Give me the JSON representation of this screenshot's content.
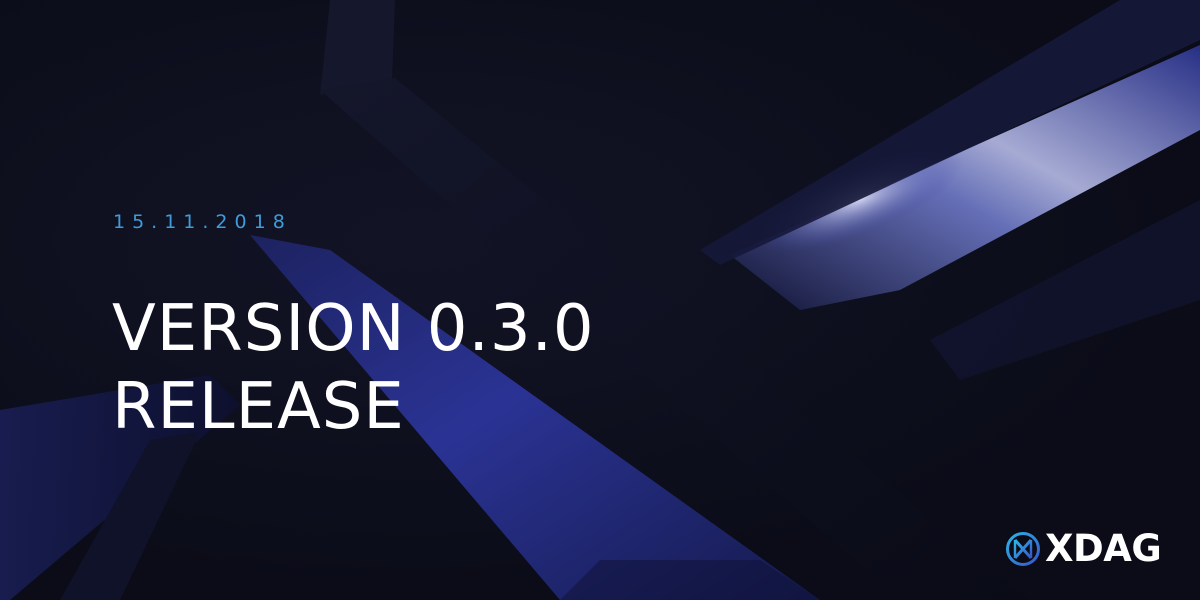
{
  "date": "15.11.2018",
  "headline": {
    "line1": "VERSION 0.3.0",
    "line2": "RELEASE"
  },
  "brand": {
    "name": "XDAG",
    "logo_icon": "xdag-logo-icon"
  },
  "colors": {
    "background": "#0d0f1d",
    "date": "#3f9bd9",
    "headline": "#ffffff",
    "accent_blue": "#27338f",
    "logo_gradient_start": "#2bb6e8",
    "logo_gradient_end": "#3a55c8"
  }
}
